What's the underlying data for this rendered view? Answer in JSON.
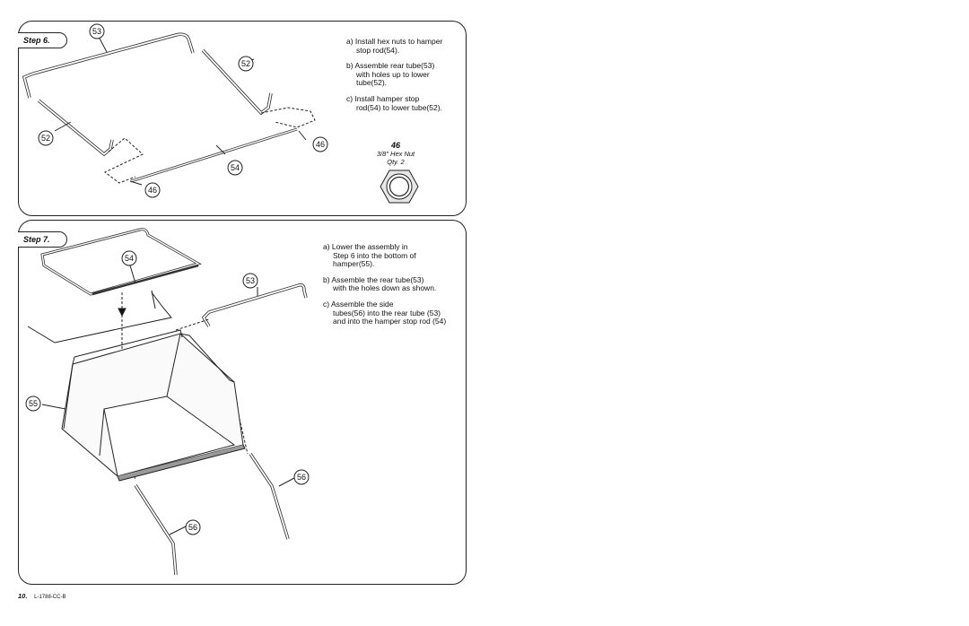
{
  "step6": {
    "tab_label": "Step 6.",
    "instructions": [
      "a) Install hex nuts to hamper\nstop rod(54).",
      "b) Assemble rear tube(53)\nwith holes up to lower\ntube(52).",
      "c) Install hamper stop\nrod(54) to lower tube(52)."
    ],
    "part_labels": {
      "p53": "53",
      "p52a": "52",
      "p52b": "52",
      "p46a": "46",
      "p46b": "46",
      "p54": "54"
    },
    "nut": {
      "number": "46",
      "description": "3/8\" Hex Nut",
      "qty": "Qty. 2"
    }
  },
  "step7": {
    "tab_label": "Step 7.",
    "instructions": [
      "a) Lower the assembly in\nStep 6 into the bottom of\nhamper(55).",
      "b) Assemble the rear tube(53)\nwith the holes down as shown.",
      "c) Assemble the side\ntubes(56) into the rear tube (53)\nand into the hamper stop rod (54)"
    ],
    "part_labels": {
      "p54": "54",
      "p53": "53",
      "p55": "55",
      "p56a": "56",
      "p56b": "56"
    }
  },
  "footer": {
    "page_number": "10.",
    "doc_code": "L-1788-CC-B"
  }
}
